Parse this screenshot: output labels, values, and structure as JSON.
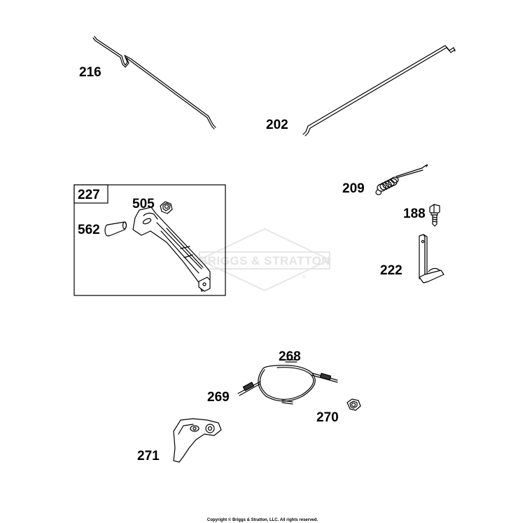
{
  "watermark": {
    "brand": "BRIGGS & STRATTON",
    "mark": "®"
  },
  "copyright": "Copyright © Briggs & Stratton, LLC. All rights reserved.",
  "kit_box": {
    "label": "227"
  },
  "parts": {
    "p216": "216",
    "p202": "202",
    "p209": "209",
    "p188": "188",
    "p222": "222",
    "p505": "505",
    "p562": "562",
    "p268": "268",
    "p269": "269",
    "p270": "270",
    "p271": "271"
  }
}
